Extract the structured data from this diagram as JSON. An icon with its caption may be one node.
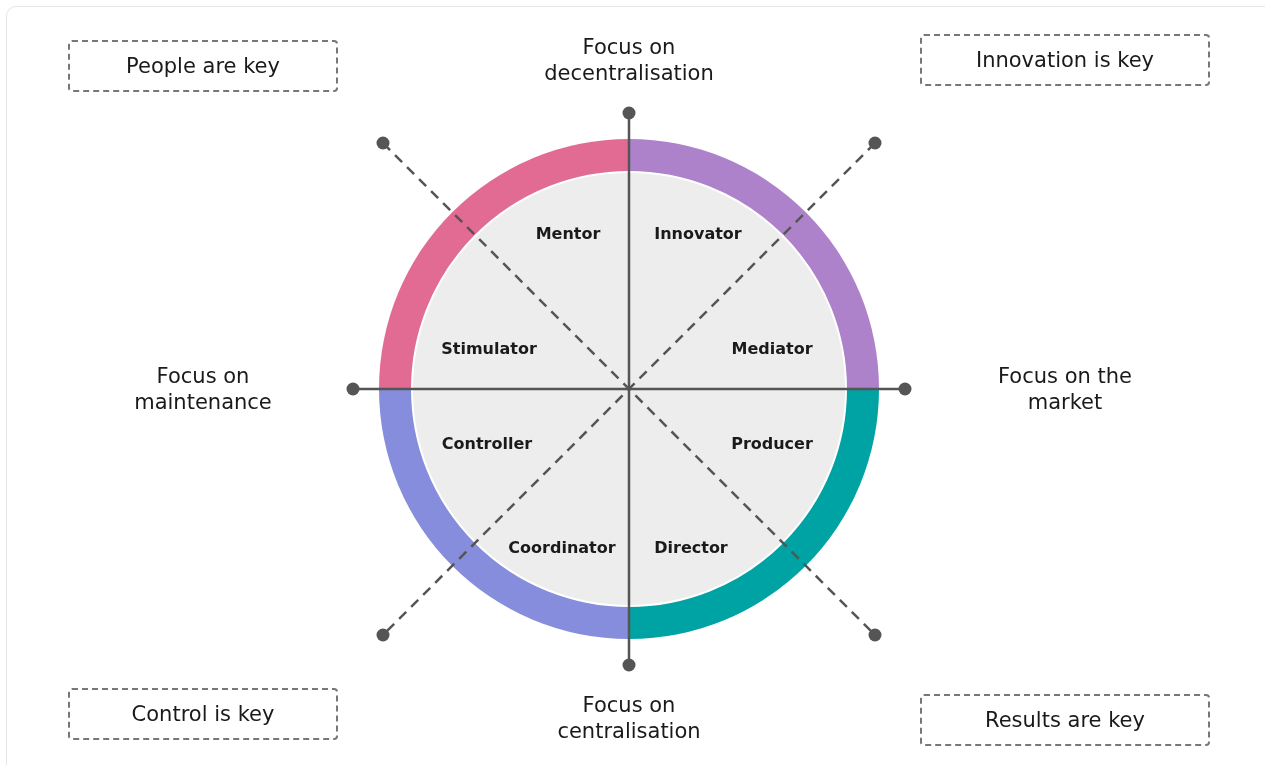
{
  "diagram": {
    "nodes": [
      {
        "text": [
          "People are key"
        ]
      },
      {
        "text": [
          "Innovation is key"
        ]
      },
      {
        "text": [
          "Mentor",
          "Innovator",
          "Stimulator",
          "Mediator",
          "Controller",
          "Producer",
          "Coordinator",
          "Director"
        ]
      },
      {
        "text": [
          "Control is key"
        ]
      },
      {
        "text": [
          "Results are key"
        ]
      }
    ],
    "edges": [],
    "labels": [
      "Focus on decentralisation",
      "Focus on maintenance",
      "Focus on the market",
      "Focus on centralisation"
    ]
  }
}
